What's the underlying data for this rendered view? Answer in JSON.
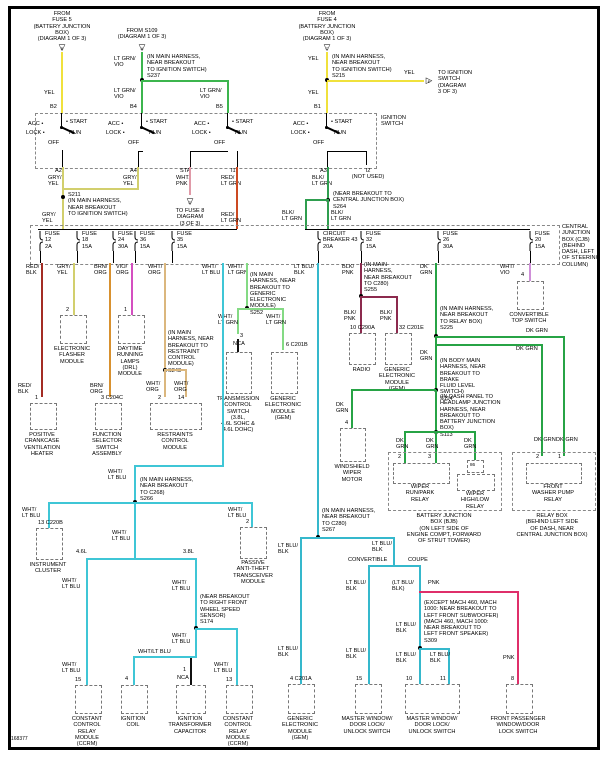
{
  "id_number": "168377",
  "colors": {
    "yel": "#f0e13c",
    "lt_grn": "#3cb54e",
    "gry_yel": "#d2cf6d",
    "wht_pnk": "#e09aa8",
    "red_lt_grn": "#cc4a22",
    "blk_lt_grn": "#2f9e4f",
    "red_blk": "#a32c24",
    "brn_org": "#d8912f",
    "vio_org": "#d44fc0",
    "wht_org": "#dbb77e",
    "wht_lt_blu": "#3fc6d6",
    "wht_lt_grn": "#84da84",
    "blk_pnk": "#8c2a4e",
    "dk_grn": "#27a345",
    "wht_vio": "#cf8fd8",
    "lt_blu_blk": "#35b8cc",
    "pnk": "#df2f6a"
  },
  "w": {
    "yel": "YEL",
    "ltgrnvio": "LT GRN/\nVIO",
    "gryyel": "GRY/\nYEL",
    "whtpnk": "WHT/\nPNK",
    "redltgrn": "RED/\nLT GRN",
    "blkltgrn": "BLK/\nLT GRN",
    "redblk": "RED/\nBLK",
    "brnorg": "BRN/\nORG",
    "vioorg": "VIO/\nORG",
    "whtorg": "WHT/\nORG",
    "whtltblu": "WHT/\nLT BLU",
    "whtltblu1": "WHT/LT BLU",
    "whtltgrn": "WHT/\nLT GRN",
    "blkpnk": "BLK/\nPNK",
    "dkgrn": "DK\nGRN",
    "dkgrn1": "DK GRN",
    "whtvio": "WHT/\nVIO",
    "ltblublk": "LT BLU/\nBLK",
    "ltblublkp": "(LT BLU/\nBLK)",
    "pnk": "PNK"
  },
  "feeds": {
    "f1_label": "FROM\nFUSE 5\n(BATTERY JUNCTION\nBOX)\n(DIAGRAM 1 OF 3)",
    "f1_tri": "B",
    "f1_pin": "B2",
    "f2_label": "FROM S109\n(DIAGRAM 1 OF 3)",
    "f2_tri": "A",
    "f2_note": "(IN MAIN HARNESS,\nNEAR BREAKOUT\nTO IGNITION SWITCH)\nS237",
    "f2_pin_l": "B4",
    "f2_pin_r": "B5",
    "f3_label": "FROM\nFUSE 4\n(BATTERY JUNCTION\nBOX)\n(DIAGRAM 1 OF 3)",
    "f3_tri": "C",
    "f3_note": "(IN MAIN HARNESS,\nNEAR BREAKOUT\nTO IGNITION SWITCH)\nS215",
    "f3_pin": "B1",
    "arrow_tri": "E",
    "arrow_text": "TO IGNITION\nSWITCH\n(DIAGRAM\n3 OF 3)"
  },
  "ign": {
    "box_label": "IGNITION\nSWITCH",
    "acc": "ACC •",
    "lock": "LOCK •",
    "off": "OFF",
    "run": "RUN",
    "start": "• START",
    "a2": "A2",
    "a4": "A4",
    "sta": "STA",
    "i1": "I1",
    "a3": "A3",
    "i2": "I2\n(NOT USED)",
    "s211": "S211\n(IN MAIN HARNESS,\nNEAR BREAKOUT\nTO IGNITION SWITCH)",
    "s264": "(NEAR BREAKOUT TO\nCENTRAL JUNCTION BOX)\nS264",
    "sta_tri": "D",
    "sta_dest": "TO FUSE 8\nDIAGRAM\n(3 OF 3)"
  },
  "cjb": {
    "label": "CENTRAL\nJUNCTION\nBOX (CJB)\n(BEHIND\nDASH, LEFT\nOF STEERING\nCOLUMN)",
    "fuses": [
      {
        "t": "FUSE\n12\n2A"
      },
      {
        "t": "FUSE\n18\n15A"
      },
      {
        "t": "FUSE\n24\n30A"
      },
      {
        "t": "FUSE\n36\n15A"
      },
      {
        "t": "FUSE\n35\n15A"
      },
      {
        "t": "CIRCUIT\nBREAKER 43\n20A"
      },
      {
        "t": "FUSE\n32\n15A"
      },
      {
        "t": "FUSE\n26\n30A"
      },
      {
        "t": "FUSE\n20\n15A"
      }
    ]
  },
  "notes": {
    "s243": "(IN MAIN\nHARNESS, NEAR\nBREAKOUT TO\nRESTRAINT\nCONTROL MODULE)\nS243",
    "s252": "(IN MAIN\nHARNESS, NEAR\nBREAKOUT TO\nGENERIC\nELECTRONIC MODULE)\nS252",
    "s255": "(IN MAIN\nHARNESS,\nNEAR BREAKOUT\nTO C280)\nS255",
    "s225": "(IN MAIN HARNESS,\nNEAR BREAKOUT\nTO RELAY BOX)\nS225",
    "s114": "(IN BODY MAIN\nHARNESS, NEAR\nBREAKOUT TO BRAKE\nFLUID LEVEL SWITCH)\nS114",
    "s113": "(IN DASH PANEL TO\nHEADLAMP JUNCTION\nHARNESS, NEAR\nBREAKOUT TO\nBATTERY JUNCTION BOX)\nS113",
    "s266": "(IN MAIN HARNESS,\nNEAR BREAKOUT\nTO C268)\nS266",
    "s174": "(NEAR BREAKOUT\nTO RIGHT FRONT\nWHEEL SPEED\nSENSOR)\nS174",
    "s267": "(IN MAIN HARNESS,\nNEAR BREAKOUT\nTO C280)\nS267",
    "s309": "(EXCEPT MACH 460, MACH\n1000: NEAR BREAKOUT TO\nLEFT FRONT SUBWOOFER)\n(MACH 460, MACH 1000:\nNEAR BREAKOUT TO\nLEFT FRONT SPEAKER)\nS309"
  },
  "branches": {
    "conv": "CONVERTIBLE",
    "coupe": "COUPE",
    "l46": "4.6L",
    "l38": "3.8L"
  },
  "boxes": {
    "bjb": "BATTERY JUNCTION\nBOX (BJB)\n(ON LEFT SIDE OF\nENGINE COMPT, FORWARD\nOF STRUT TOWER)",
    "relaybox": "RELAY BOX\n(BEHIND LEFT SIDE\nOF DASH, NEAR\nCENTRAL JUNCTION BOX)"
  },
  "comp": {
    "pcv": {
      "pin": "1",
      "label": "POSITIVE\nCRANKCASE\nVENTILATION\nHEATER"
    },
    "flasher": {
      "pin": "2",
      "label": "ELECTRONIC\nFLASHER\nMODULE"
    },
    "funcsel": {
      "pin": "3  C204C",
      "label": "FUNCTION\nSELECTOR\nSWITCH\nASSEMBLY"
    },
    "drl": {
      "pin": "1",
      "label": "DAYTIME\nRUNNING\nLAMPS\n(DRL)\nMODULE"
    },
    "rcm": {
      "pin_a": "2",
      "pin_b": "14",
      "label": "RESTRAINTS\nCONTROL\nMODULE"
    },
    "tcs": {
      "pin": "3",
      "nca": "NCA",
      "label": "TRANSMISSION\nCONTROL\nSWITCH\n(3.8L,\n4.6L SOHC &\n4.6L DOHC)"
    },
    "gem1": {
      "pin": "6  C201B",
      "label": "GENERIC\nELECTRONIC\nMODULE\n(GEM)"
    },
    "radio": {
      "pin": "10  C290A",
      "label": "RADIO"
    },
    "gem2": {
      "pin": "32  C201E",
      "label": "GENERIC\nELECTRONIC\nMODULE\n(GEM)"
    },
    "convtop": {
      "pin": "4",
      "label": "CONVERTIBLE\nTOP SWITCH"
    },
    "wipermotor": {
      "pin": "4",
      "label": "WINDSHIELD\nWIPER\nMOTOR"
    },
    "runpark": {
      "pin_a": "2",
      "pin_b": "3",
      "label": "WIPER\nRUN/PARK\nRELAY"
    },
    "highlow": {
      "pin": "86",
      "label": "WIPER\nHIGH/LOW\nRELAY"
    },
    "washer": {
      "pin_a": "2",
      "pin_b": "1",
      "label": "FRONT\nWASHER PUMP\nRELAY"
    },
    "cluster": {
      "pin": "13  C220B",
      "label": "INSTRUMENT\nCLUSTER"
    },
    "pats": {
      "pin": "2",
      "label": "PASSIVE\nANTI-THEFT\nTRANSCEIVER\nMODULE"
    },
    "ccrm1": {
      "pin": "15",
      "label": "CONSTANT\nCONTROL\nRELAY\nMODULE\n(CCRM)"
    },
    "coil": {
      "pin": "4",
      "label": "IGNITION\nCOIL"
    },
    "cap": {
      "pin": "1",
      "nca": "NCA",
      "label": "IGNITION\nTRANSFORMER\nCAPACITOR"
    },
    "ccrm2": {
      "pin": "13",
      "label": "CONSTANT\nCONTROL\nRELAY\nMODULE\n(CCRM)"
    },
    "gem3": {
      "pin": "4  C201A",
      "label": "GENERIC\nELECTRONIC\nMODULE\n(GEM)"
    },
    "master1": {
      "pin": "15",
      "label": "MASTER WINDOW/\nDOOR LOCK/\nUNLOCK SWITCH"
    },
    "master2": {
      "pin_a": "10",
      "pin_b": "11",
      "label": "MASTER WINDOW/\nDOOR LOCK/\nUNLOCK SWITCH"
    },
    "frontpass": {
      "pin": "8",
      "label": "FRONT PASSENGER\nWINDOW/DOOR\nLOCK SWITCH"
    }
  }
}
